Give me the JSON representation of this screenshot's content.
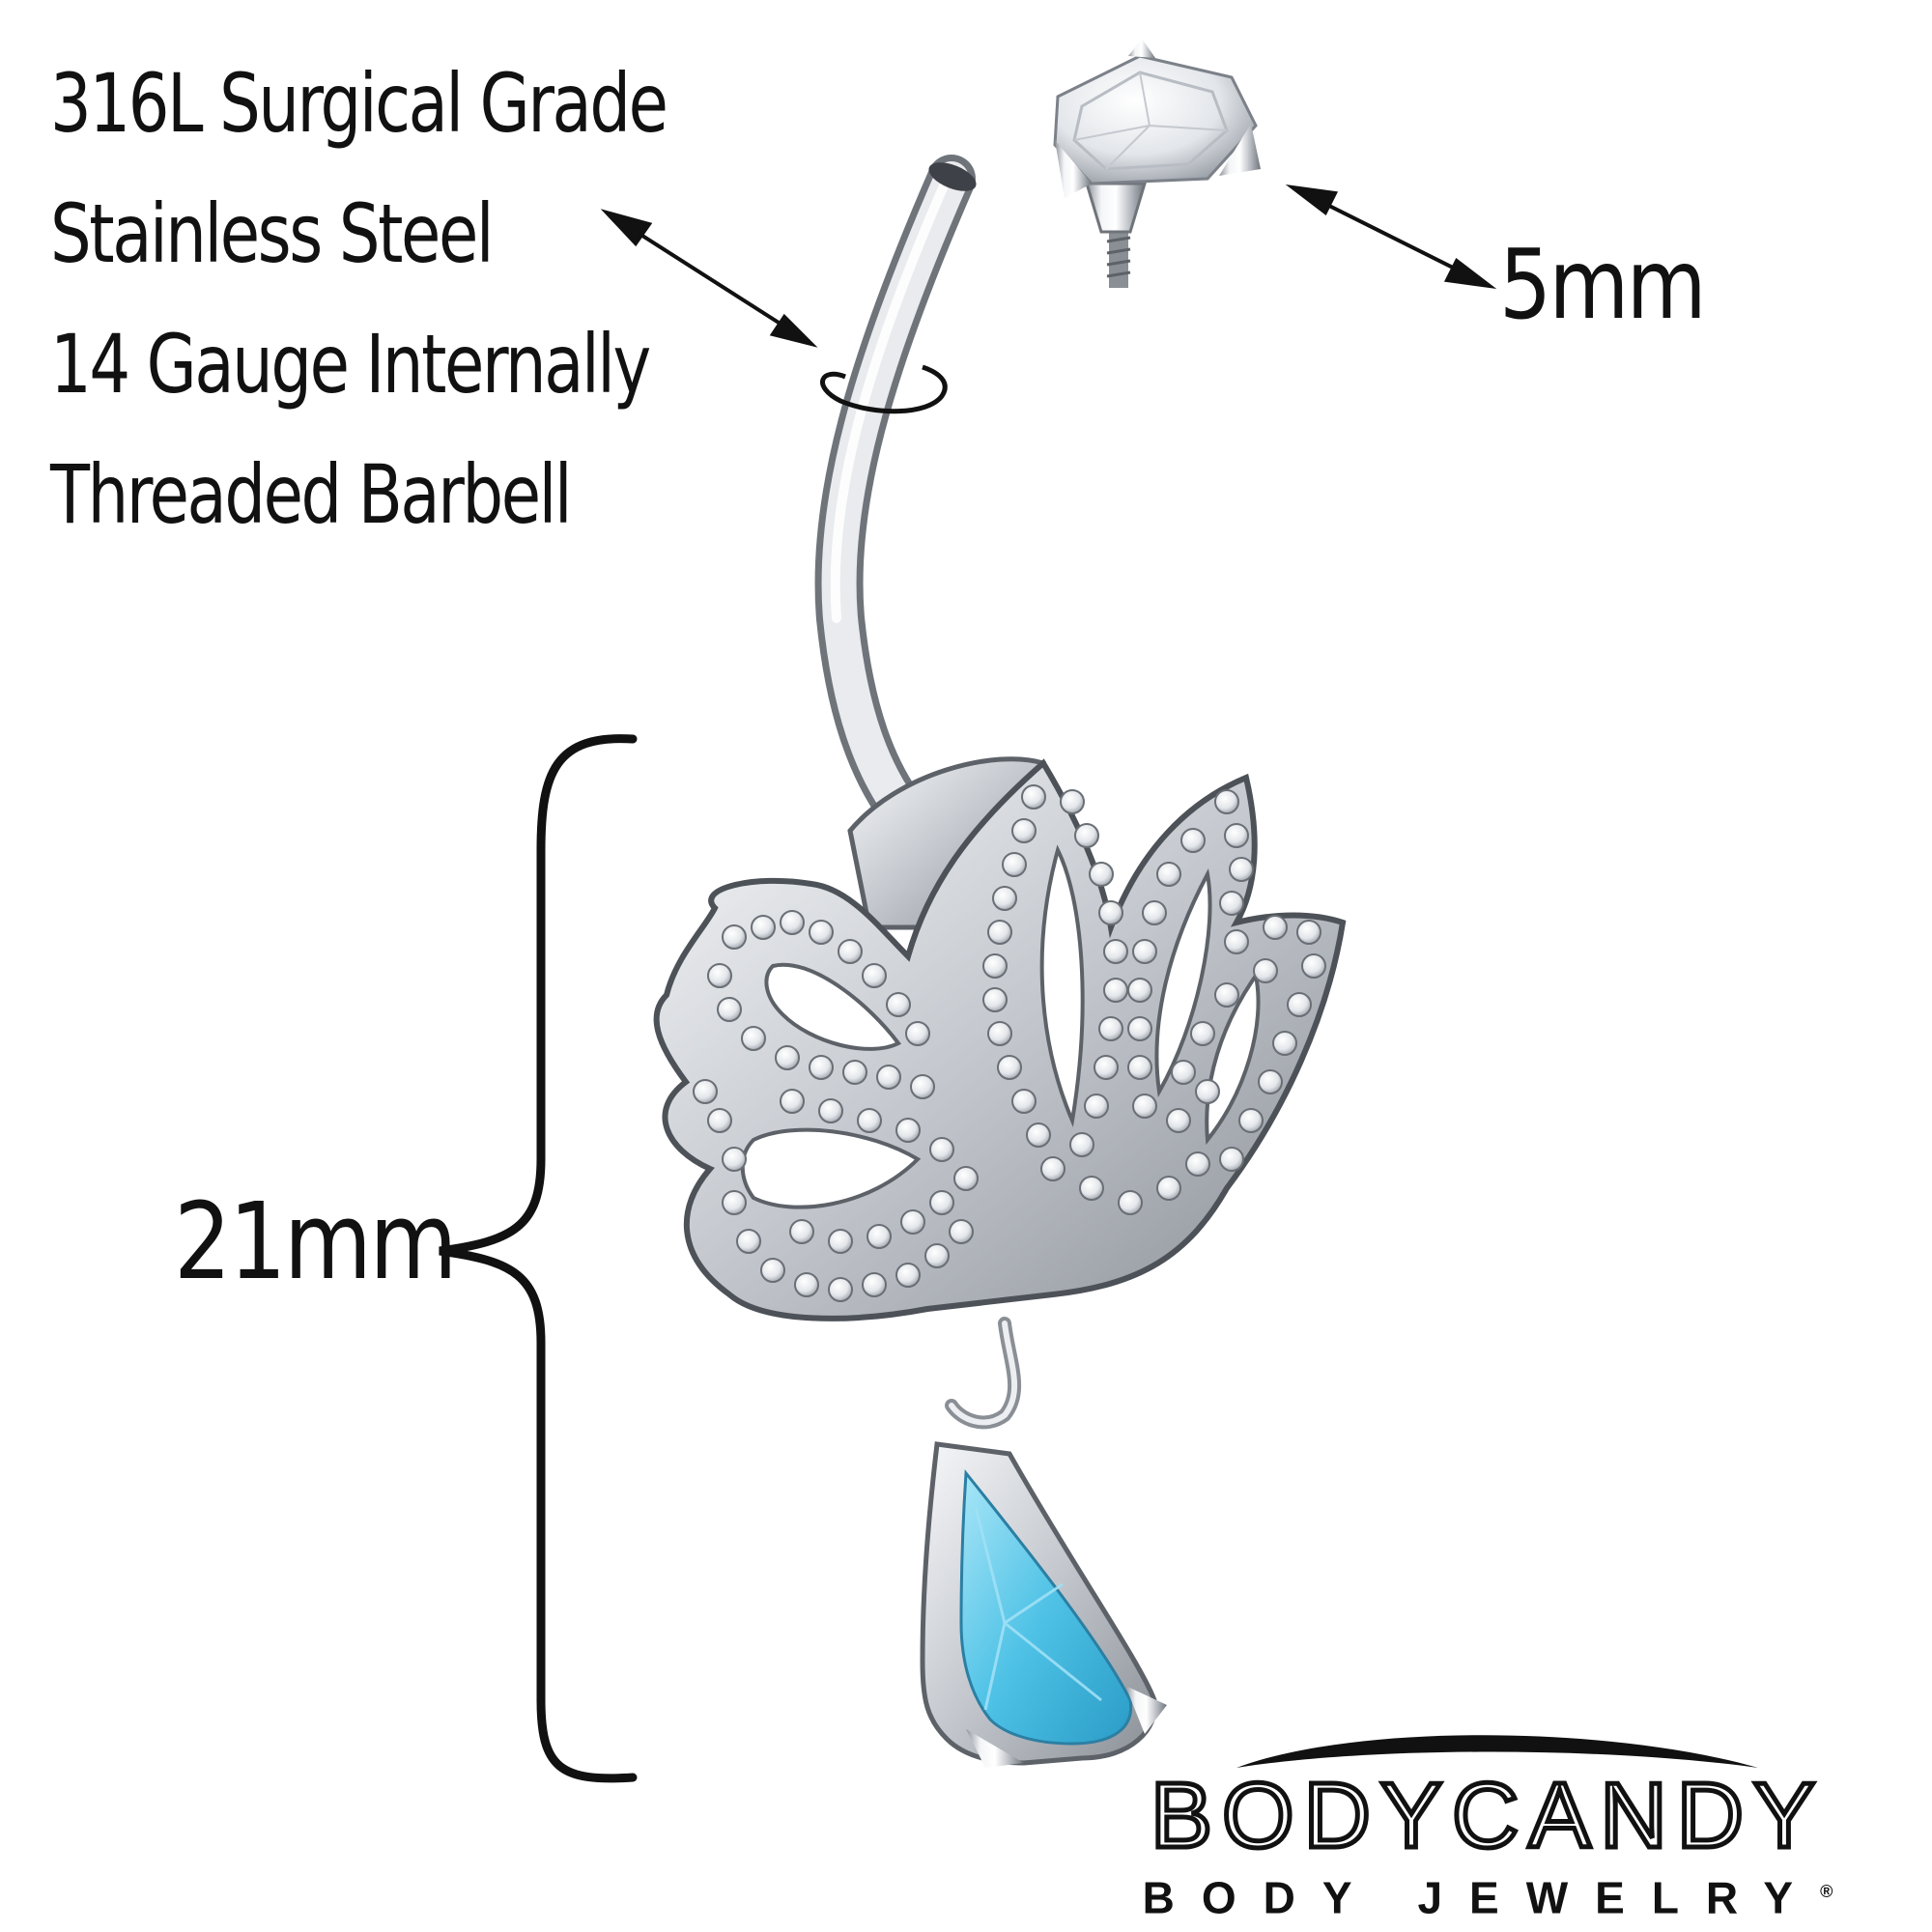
{
  "specs": {
    "line_1": "316L Surgical Grade",
    "line_2": "Stainless Steel",
    "line_3": "14 Gauge Internally",
    "line_4": "Threaded Barbell"
  },
  "dimensions": {
    "top_gem": "5mm",
    "charm_length": "21mm"
  },
  "brand": {
    "name": "BODYCANDY",
    "tagline": "BODY JEWELRY",
    "trademark": "®"
  },
  "colors": {
    "text": "#111111",
    "steel": "#c9ccd1",
    "gem_blue": "#5cc9ea",
    "background": "#ffffff"
  }
}
